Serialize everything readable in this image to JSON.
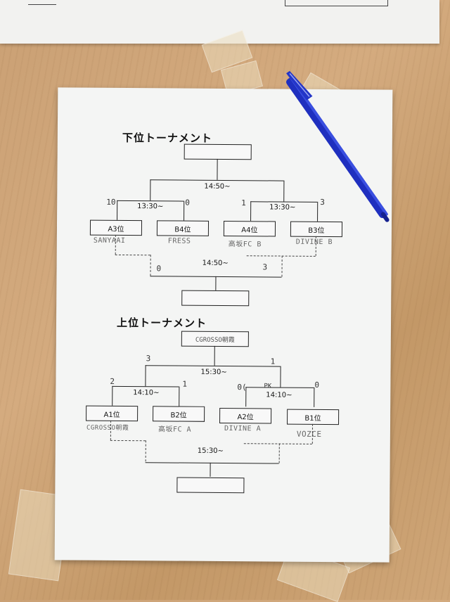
{
  "lower": {
    "title": "下位トーナメント",
    "time_final": "14:50~",
    "time_semi_left": "13:30~",
    "time_semi_right": "13:30~",
    "time_third": "14:50~",
    "seeds": [
      "A3位",
      "B4位",
      "A4位",
      "B3位"
    ],
    "teams": [
      "SANYAAI",
      "FRESS",
      "高坂FC B",
      "DIVINE B"
    ],
    "scores": {
      "left_a": "10",
      "left_b": "0",
      "right_a": "1",
      "right_b": "3",
      "third_a": "0",
      "third_b": "3"
    }
  },
  "upper": {
    "title": "上位トーナメント",
    "champion": "CGROSSO朝霞",
    "time_final": "15:30~",
    "time_semi_left": "14:10~",
    "time_semi_right": "14:10~",
    "time_third": "15:30~",
    "seeds": [
      "A1位",
      "B2位",
      "A2位",
      "B1位"
    ],
    "teams": [
      "CGROSSO朝霞",
      "高坂FC A",
      "DIVINE A",
      "VOZCE"
    ],
    "scores": {
      "final_a": "3",
      "final_b": "1",
      "left_a": "2",
      "left_b": "1",
      "right_a": "0(",
      "right_pk": "PK",
      "right_b": "0"
    }
  },
  "colors": {
    "pen": "#1f2fbf",
    "paper": "#f4f5f4",
    "table": "#caa074"
  }
}
